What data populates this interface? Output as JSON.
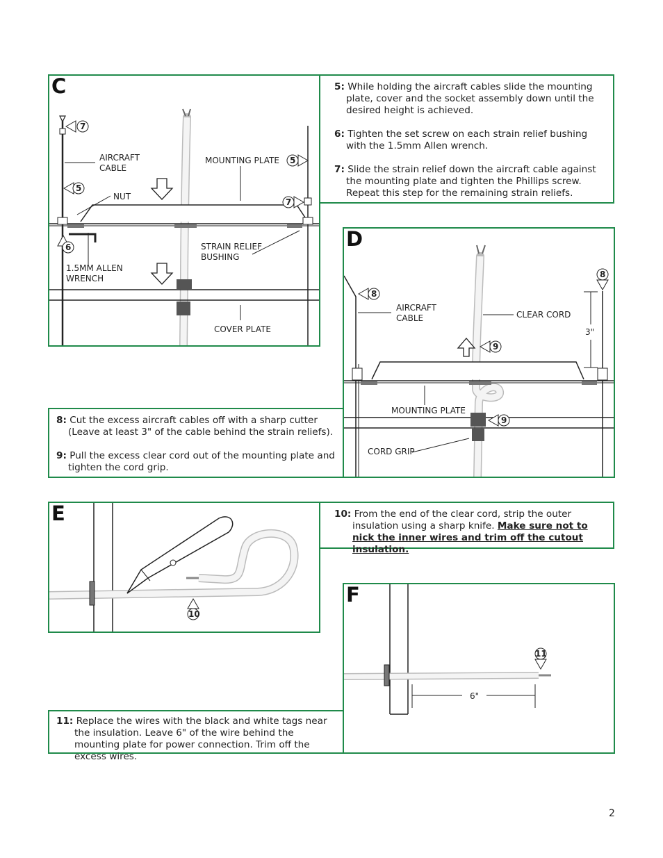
{
  "panels": {
    "c": {
      "letter": "C",
      "labels": {
        "aircraft_cable": [
          "AIRCRAFT",
          "CABLE"
        ],
        "mounting_plate": "MOUNTING PLATE",
        "nut": "NUT",
        "strain_relief": [
          "STRAIN RELIEF",
          "BUSHING"
        ],
        "allen_wrench": [
          "1.5MM ALLEN",
          "WRENCH"
        ],
        "cover_plate": "COVER PLATE"
      },
      "callouts": [
        "7",
        "5",
        "5",
        "7",
        "6"
      ]
    },
    "d": {
      "letter": "D",
      "labels": {
        "aircraft_cable": [
          "AIRCRAFT",
          "CABLE"
        ],
        "clear_cord": "CLEAR CORD",
        "dimension": "3\"",
        "mounting_plate": "MOUNTING PLATE",
        "cord_grip": "CORD GRIP"
      },
      "callouts": [
        "8",
        "8",
        "9",
        "9"
      ]
    },
    "e": {
      "letter": "E",
      "callouts": [
        "10"
      ]
    },
    "f": {
      "letter": "F",
      "callouts": [
        "11"
      ],
      "dimension": "6\""
    }
  },
  "steps": {
    "s5": {
      "num": "5:",
      "text": "While holding the aircraft cables slide the mounting plate, cover and the socket assembly down until the desired height is achieved."
    },
    "s6": {
      "num": "6:",
      "text": "Tighten the set screw on each strain relief bushing with the 1.5mm Allen wrench."
    },
    "s7": {
      "num": "7:",
      "text": "Slide the strain relief down the aircraft cable against the mounting plate and tighten the Phillips screw. Repeat this step for the remaining strain reliefs."
    },
    "s8": {
      "num": "8:",
      "text": "Cut the excess aircraft cables off with a sharp cutter (Leave at least 3\" of the cable behind the strain reliefs)."
    },
    "s9": {
      "num": "9:",
      "text": "Pull the excess clear cord out of the mounting plate and tighten the cord grip."
    },
    "s10": {
      "num": "10:",
      "text": "From the end of the clear cord, strip the outer insulation using a sharp knife.",
      "warning": "Make sure not to nick the inner wires and trim off the cutout insulation."
    },
    "s11": {
      "num": "11:",
      "text": "Replace the wires with the black and white tags near the insulation. Leave 6\" of the wire behind the mounting plate for power connection. Trim off the excess wires."
    }
  },
  "page_number": "2"
}
